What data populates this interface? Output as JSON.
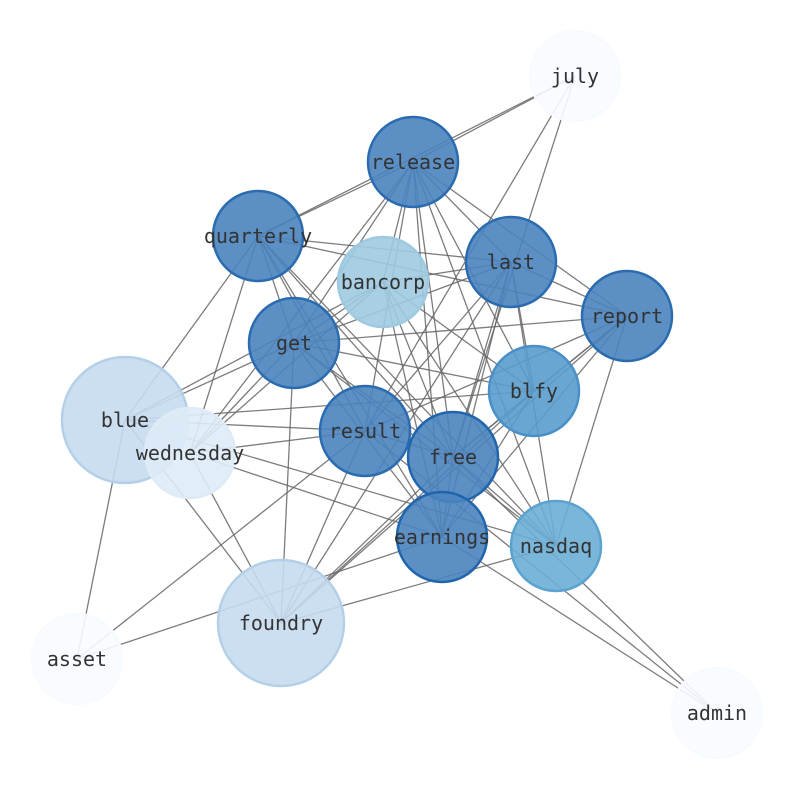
{
  "graph": {
    "nodes": [
      {
        "id": "july",
        "label": "july",
        "fill": "#f7fbff",
        "stroke": "#f7fbff"
      },
      {
        "id": "release",
        "label": "release",
        "fill": "#4a84bf",
        "stroke": "#2b6cb0"
      },
      {
        "id": "quarterly",
        "label": "quarterly",
        "fill": "#4a84bf",
        "stroke": "#2b6cb0"
      },
      {
        "id": "last",
        "label": "last",
        "fill": "#4a84bf",
        "stroke": "#2b6cb0"
      },
      {
        "id": "bancorp",
        "label": "bancorp",
        "fill": "#9ecae1",
        "stroke": "#9ecae1"
      },
      {
        "id": "report",
        "label": "report",
        "fill": "#4a84bf",
        "stroke": "#2b6cb0"
      },
      {
        "id": "get",
        "label": "get",
        "fill": "#4a84bf",
        "stroke": "#2b6cb0"
      },
      {
        "id": "blfy",
        "label": "blfy",
        "fill": "#5a9ccd",
        "stroke": "#4a90c8"
      },
      {
        "id": "blue",
        "label": "blue",
        "fill": "#c6dbef",
        "stroke": "#b4d0e8"
      },
      {
        "id": "wednesday",
        "label": "wednesday",
        "fill": "#deebf7",
        "stroke": "#deebf7"
      },
      {
        "id": "result",
        "label": "result",
        "fill": "#4a84bf",
        "stroke": "#2b6cb0"
      },
      {
        "id": "free",
        "label": "free",
        "fill": "#4a84bf",
        "stroke": "#2166ac"
      },
      {
        "id": "earnings",
        "label": "earnings",
        "fill": "#4a84bf",
        "stroke": "#2166ac"
      },
      {
        "id": "nasdaq",
        "label": "nasdaq",
        "fill": "#6baed6",
        "stroke": "#5aa2d0"
      },
      {
        "id": "foundry",
        "label": "foundry",
        "fill": "#c6dbef",
        "stroke": "#b4d0e8"
      },
      {
        "id": "asset",
        "label": "asset",
        "fill": "#f7fbff",
        "stroke": "#f7fbff"
      },
      {
        "id": "admin",
        "label": "admin",
        "fill": "#f7fbff",
        "stroke": "#f7fbff"
      }
    ],
    "edges": [
      [
        "july",
        "quarterly"
      ],
      [
        "july",
        "release"
      ],
      [
        "july",
        "result"
      ],
      [
        "july",
        "free"
      ],
      [
        "release",
        "quarterly"
      ],
      [
        "release",
        "last"
      ],
      [
        "release",
        "report"
      ],
      [
        "release",
        "blfy"
      ],
      [
        "release",
        "get"
      ],
      [
        "release",
        "bancorp"
      ],
      [
        "release",
        "free"
      ],
      [
        "release",
        "earnings"
      ],
      [
        "release",
        "result"
      ],
      [
        "release",
        "nasdaq"
      ],
      [
        "release",
        "wednesday"
      ],
      [
        "quarterly",
        "last"
      ],
      [
        "quarterly",
        "report"
      ],
      [
        "quarterly",
        "get"
      ],
      [
        "quarterly",
        "result"
      ],
      [
        "quarterly",
        "free"
      ],
      [
        "quarterly",
        "earnings"
      ],
      [
        "quarterly",
        "blue"
      ],
      [
        "quarterly",
        "wednesday"
      ],
      [
        "quarterly",
        "nasdaq"
      ],
      [
        "last",
        "get"
      ],
      [
        "last",
        "bancorp"
      ],
      [
        "last",
        "report"
      ],
      [
        "last",
        "free"
      ],
      [
        "last",
        "earnings"
      ],
      [
        "last",
        "nasdaq"
      ],
      [
        "last",
        "blfy"
      ],
      [
        "last",
        "result"
      ],
      [
        "last",
        "foundry"
      ],
      [
        "bancorp",
        "get"
      ],
      [
        "bancorp",
        "blue"
      ],
      [
        "bancorp",
        "blfy"
      ],
      [
        "bancorp",
        "earnings"
      ],
      [
        "bancorp",
        "free"
      ],
      [
        "bancorp",
        "nasdaq"
      ],
      [
        "bancorp",
        "wednesday"
      ],
      [
        "report",
        "get"
      ],
      [
        "report",
        "free"
      ],
      [
        "report",
        "earnings"
      ],
      [
        "report",
        "nasdaq"
      ],
      [
        "report",
        "blfy"
      ],
      [
        "report",
        "result"
      ],
      [
        "report",
        "foundry"
      ],
      [
        "get",
        "blfy"
      ],
      [
        "get",
        "free"
      ],
      [
        "get",
        "nasdaq"
      ],
      [
        "get",
        "blue"
      ],
      [
        "get",
        "foundry"
      ],
      [
        "get",
        "wednesday"
      ],
      [
        "get",
        "earnings"
      ],
      [
        "blfy",
        "blue"
      ],
      [
        "blfy",
        "earnings"
      ],
      [
        "blfy",
        "free"
      ],
      [
        "blfy",
        "foundry"
      ],
      [
        "blue",
        "result"
      ],
      [
        "blue",
        "nasdaq"
      ],
      [
        "blue",
        "foundry"
      ],
      [
        "blue",
        "asset"
      ],
      [
        "wednesday",
        "result"
      ],
      [
        "wednesday",
        "foundry"
      ],
      [
        "wednesday",
        "earnings"
      ],
      [
        "result",
        "free"
      ],
      [
        "result",
        "foundry"
      ],
      [
        "result",
        "asset"
      ],
      [
        "result",
        "admin"
      ],
      [
        "free",
        "earnings"
      ],
      [
        "free",
        "nasdaq"
      ],
      [
        "free",
        "admin"
      ],
      [
        "free",
        "foundry"
      ],
      [
        "earnings",
        "asset"
      ],
      [
        "earnings",
        "admin"
      ],
      [
        "nasdaq",
        "foundry"
      ]
    ]
  }
}
